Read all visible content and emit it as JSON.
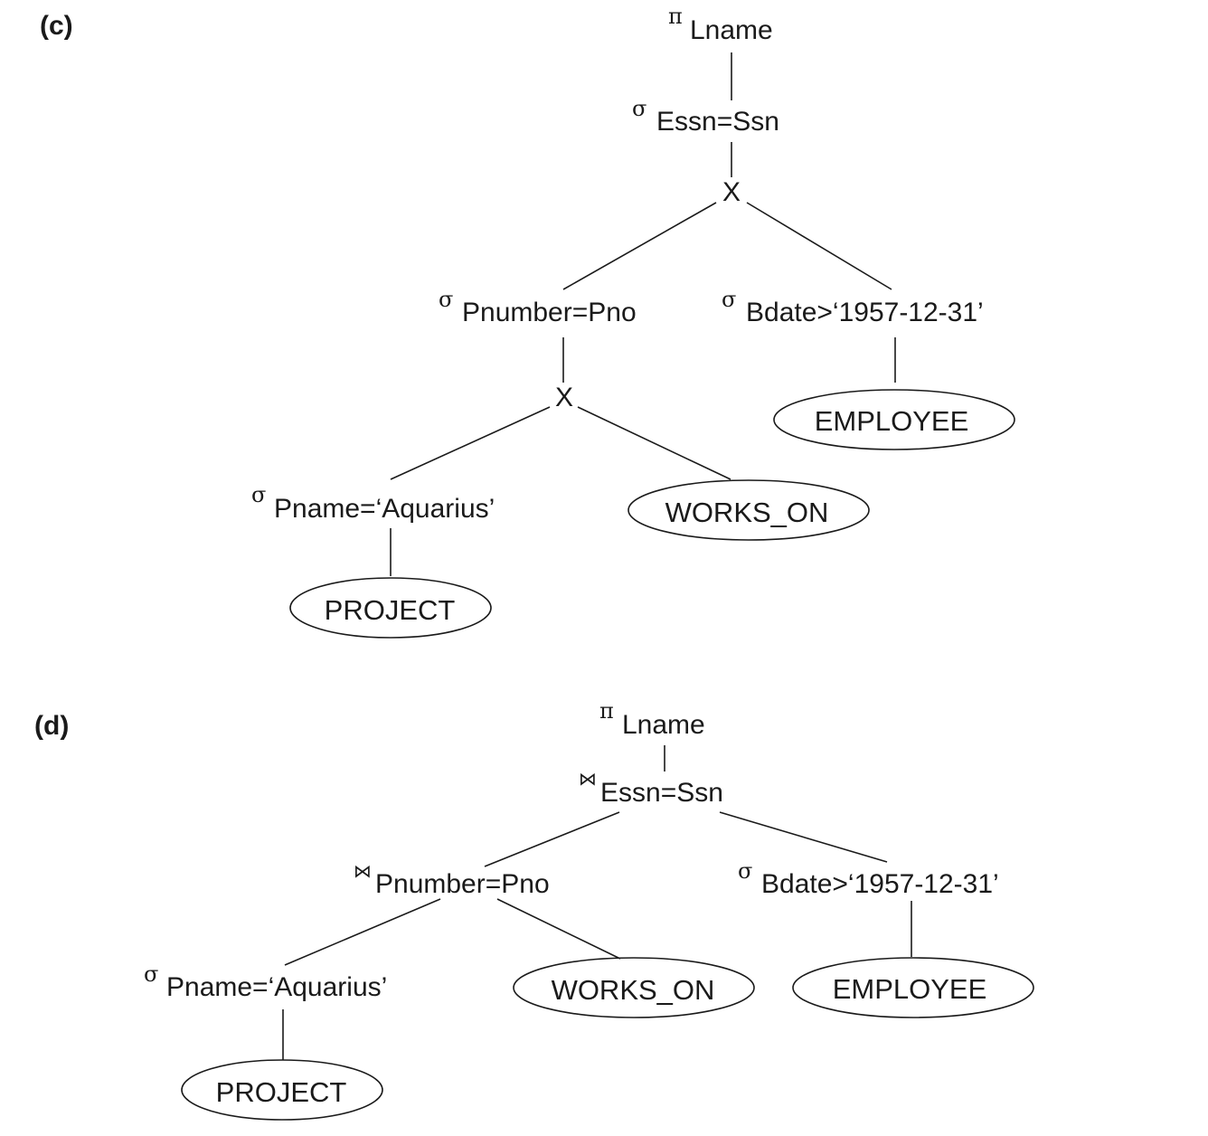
{
  "panels": {
    "c": {
      "label": "(c)",
      "project": {
        "symbol": "π",
        "text": "Lname"
      },
      "select_join_cond": {
        "symbol": "σ",
        "text": "Essn=Ssn"
      },
      "cross_top": "X",
      "select_pnumber": {
        "symbol": "σ",
        "text": "Pnumber=Pno"
      },
      "select_bdate": {
        "symbol": "σ",
        "text": "Bdate>‘1957-12-31’"
      },
      "cross_bottom": "X",
      "select_pname": {
        "symbol": "σ",
        "text": "Pname=‘Aquarius’"
      },
      "rel_works_on": "WORKS_ON",
      "rel_employee": "EMPLOYEE",
      "rel_project": "PROJECT"
    },
    "d": {
      "label": "(d)",
      "project": {
        "symbol": "π",
        "text": "Lname"
      },
      "join_essn": {
        "symbol": "⋈",
        "text": "Essn=Ssn"
      },
      "join_pnumber": {
        "symbol": "⋈",
        "text": "Pnumber=Pno"
      },
      "select_bdate": {
        "symbol": "σ",
        "text": "Bdate>‘1957-12-31’"
      },
      "select_pname": {
        "symbol": "σ",
        "text": "Pname=‘Aquarius’"
      },
      "rel_works_on": "WORKS_ON",
      "rel_employee": "EMPLOYEE",
      "rel_project": "PROJECT"
    }
  }
}
